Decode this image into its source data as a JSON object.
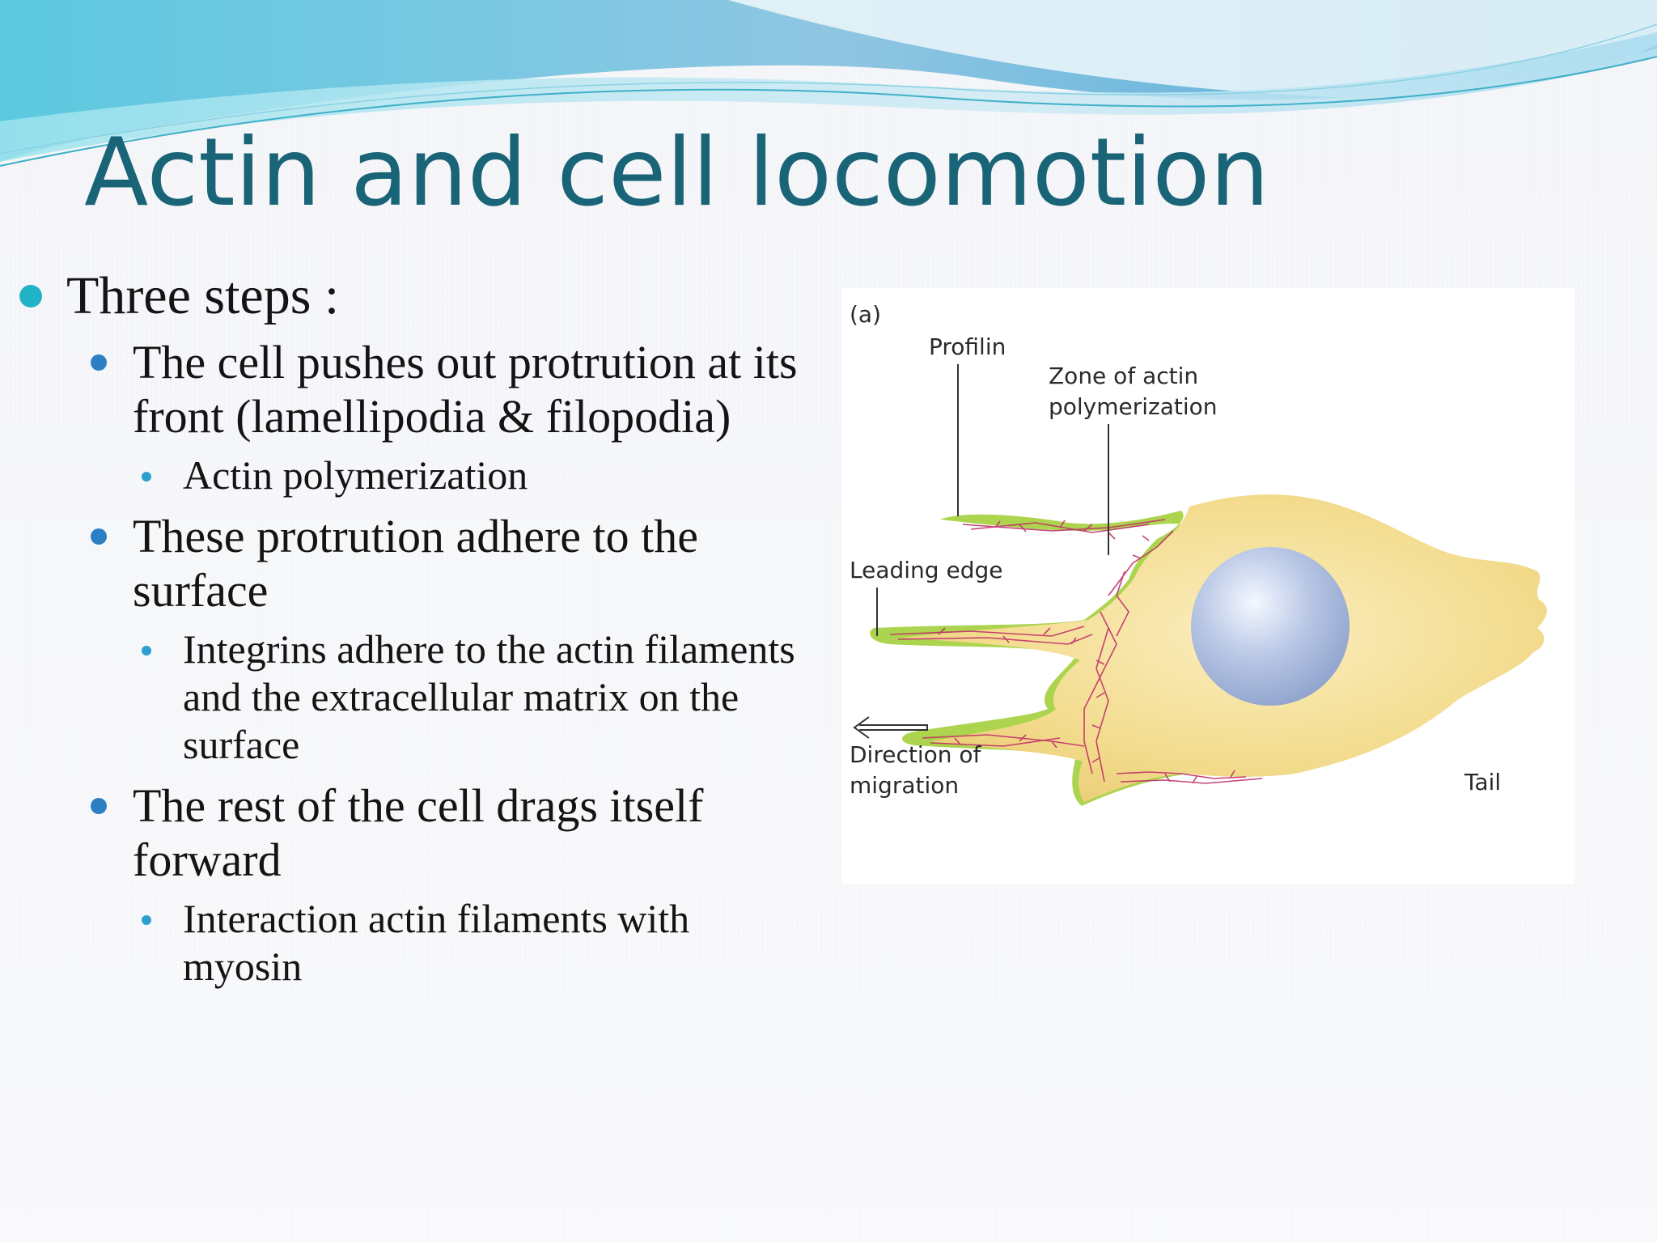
{
  "slide": {
    "title": "Actin and cell locomotion",
    "bullets": {
      "main": "Three steps :",
      "step1": "The cell pushes out protrution at its front (lamellipodia & filopodia)",
      "step1_sub": "Actin polymerization",
      "step2": "These protrution adhere to the surface",
      "step2_sub": "Integrins adhere to the actin filaments and the extracellular matrix on the surface",
      "step3": "The rest of the cell drags itself forward",
      "step3_sub": "Interaction actin filaments with myosin"
    }
  },
  "figure": {
    "panel_label": "(a)",
    "labels": {
      "profilin": "Profilin",
      "zone_line1": "Zone of actin",
      "zone_line2": "polymerization",
      "leading_edge": "Leading edge",
      "direction_line1": "Direction of",
      "direction_line2": "migration",
      "tail": "Tail"
    }
  },
  "colors": {
    "title": "#1a6478",
    "bullet_level1": "#21b4c6",
    "bullet_level2": "#2d7fc4",
    "cell_body": "#f3dc8e",
    "cell_edge": "#a8d245",
    "actin": "#c0306a",
    "nucleus": "#b9c7e6"
  }
}
